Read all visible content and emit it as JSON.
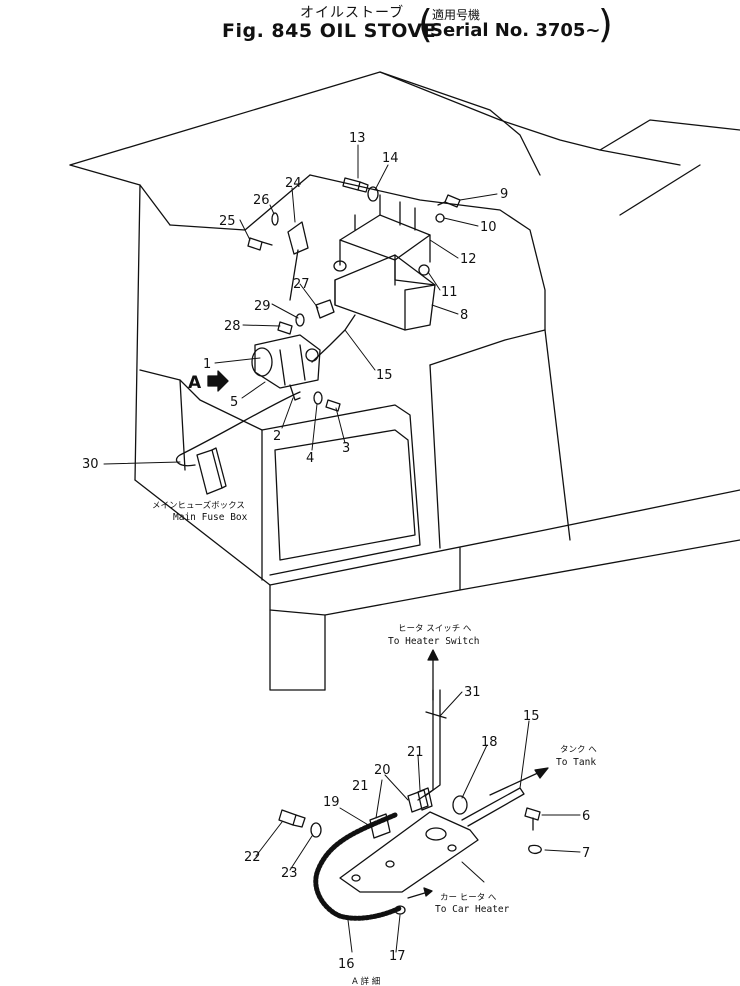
{
  "title": {
    "jp_main": "オイルストーブ",
    "jp_applicable": "適用号機",
    "fig": "Fig. 845 OIL STOVE",
    "serial": "Serial No. 3705~"
  },
  "callouts": [
    "1",
    "2",
    "3",
    "4",
    "5",
    "6",
    "7",
    "8",
    "9",
    "10",
    "11",
    "12",
    "13",
    "14",
    "15",
    "16",
    "17",
    "18",
    "19",
    "20",
    "21",
    "22",
    "23",
    "24",
    "25",
    "26",
    "27",
    "28",
    "29",
    "30",
    "31"
  ],
  "notes": {
    "main_fuse_box_jp": "メインヒューズボックス",
    "main_fuse_box": "Main Fuse Box",
    "view_marker": "A",
    "heater_switch_jp": "ヒータ スイッチ へ",
    "heater_switch": "To Heater Switch",
    "tank_jp": "タンク へ",
    "tank": "To Tank",
    "car_heater_jp": "カー ヒータ へ",
    "car_heater": "To Car Heater",
    "detail_a": "A 詳 細"
  }
}
